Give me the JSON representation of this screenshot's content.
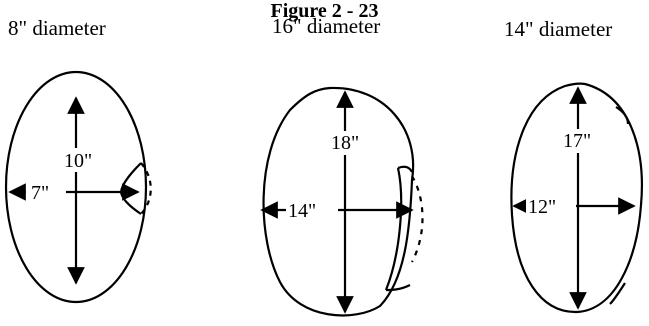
{
  "figure": {
    "title": "Figure 2 - 23"
  },
  "diagrams": [
    {
      "diameter_label": "8\" diameter",
      "length_label": "10\"",
      "width_label": "7\"",
      "has_dashed_bump": true
    },
    {
      "diameter_label": "16\" diameter",
      "length_label": "18\"",
      "width_label": "14\"",
      "has_dashed_bump": true
    },
    {
      "diameter_label": "14\" diameter",
      "length_label": "17\"",
      "width_label": "12\"",
      "has_dashed_bump": false
    }
  ],
  "colors": {
    "line": "#000000",
    "background": "#ffffff"
  }
}
